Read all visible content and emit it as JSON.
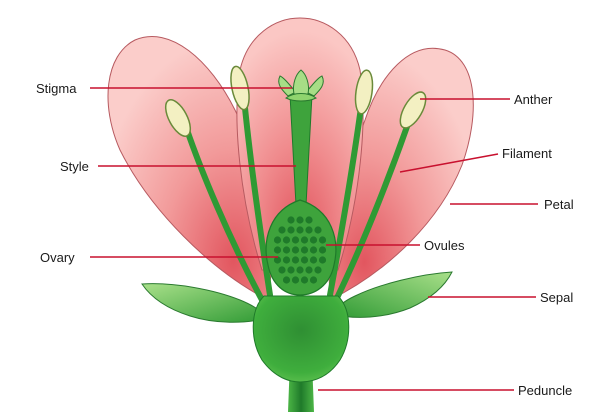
{
  "labels": {
    "stigma": "Stigma",
    "style": "Style",
    "ovary": "Ovary",
    "anther": "Anther",
    "filament": "Filament",
    "petal": "Petal",
    "ovules": "Ovules",
    "sepal": "Sepal",
    "peduncle": "Peduncle"
  },
  "colors": {
    "petal_fill": "#f4a3a3",
    "petal_center": "#e86a74",
    "petal_edge": "#b75a60",
    "green_dark": "#1f7a2a",
    "green_mid": "#3ea33c",
    "green_light": "#8fd46e",
    "anther_fill": "#f3f0c2",
    "leader_line": "#c8102e",
    "label_text": "#1a1a1a"
  }
}
